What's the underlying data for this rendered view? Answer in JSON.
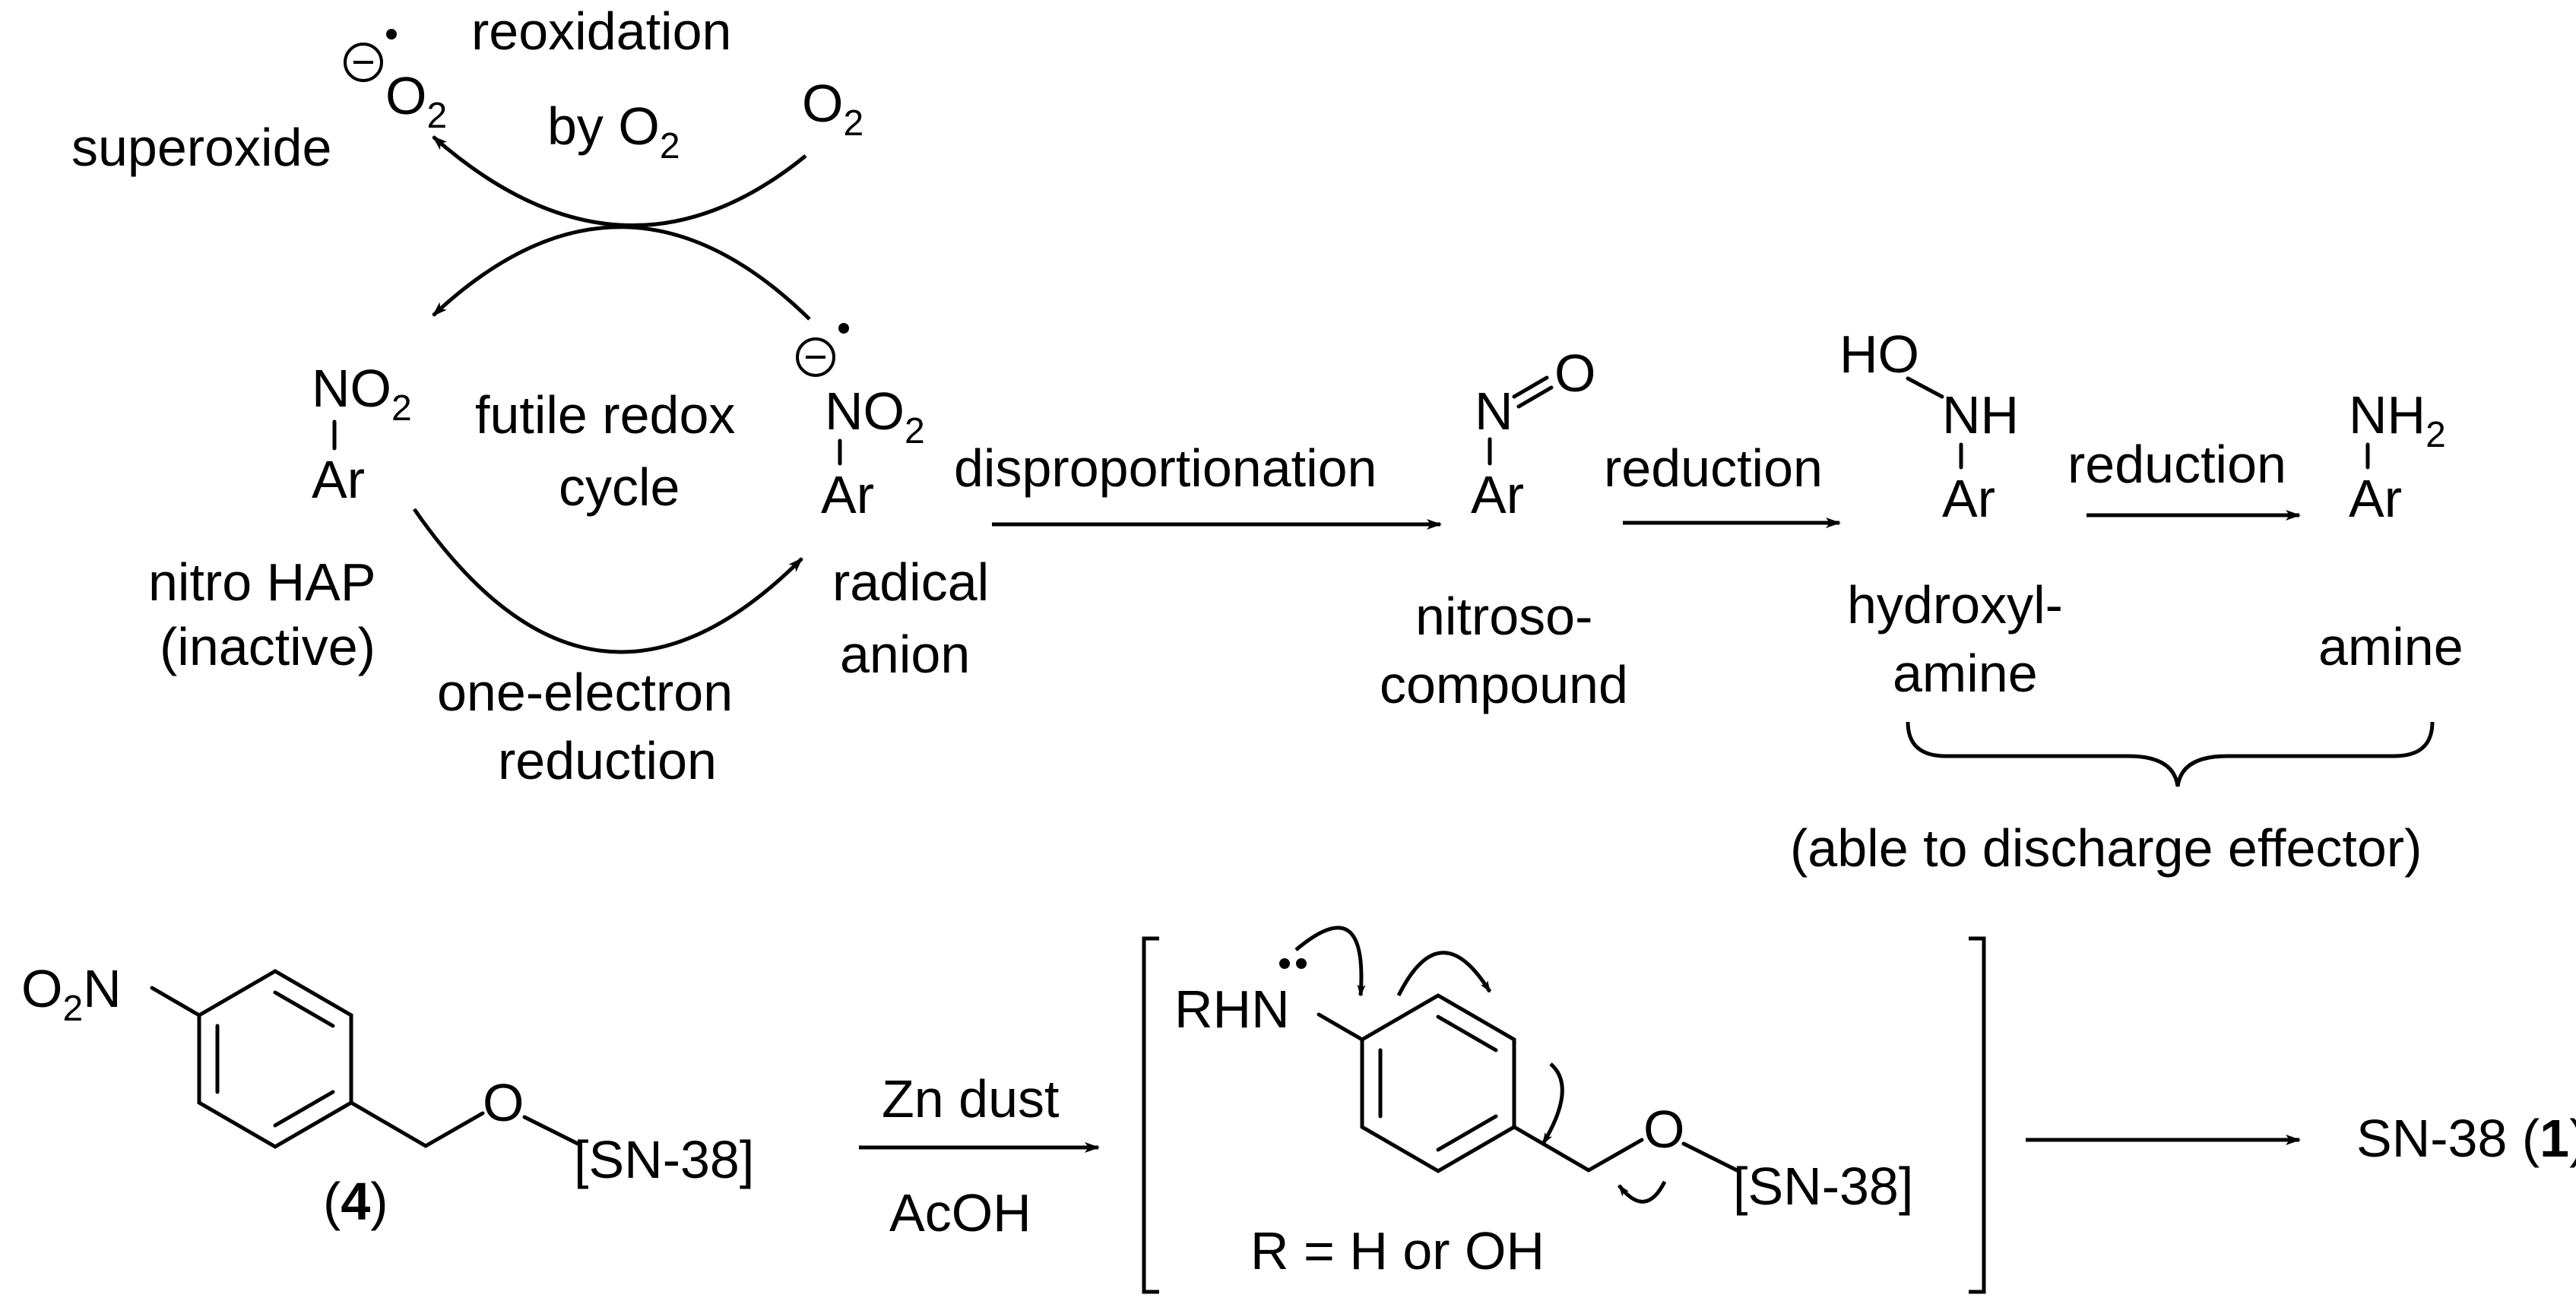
{
  "top": {
    "superoxide_label": "superoxide",
    "superoxide_formula": "O",
    "superoxide_sub": "2",
    "reox_line1": "reoxidation",
    "reox_line2": "by O",
    "reox_sub": "2",
    "o2_label": "O",
    "o2_sub": "2",
    "nitro_group": "NO",
    "nitro_sub": "2",
    "ar": "Ar",
    "nitro_name_line1": "nitro HAP",
    "nitro_name_line2": "(inactive)",
    "cycle_line1": "futile redox",
    "cycle_line2": "cycle",
    "one_e_line1": "one-electron",
    "one_e_line2": "reduction",
    "radical_group": "NO",
    "radical_sub": "2",
    "radical_name_line1": "radical",
    "radical_name_line2": "anion",
    "disproportionation": "disproportionation",
    "nitroso_n": "N",
    "nitroso_o": "O",
    "nitroso_name_line1": "nitroso-",
    "nitroso_name_line2": "compound",
    "reduction1": "reduction",
    "hydroxyl_ho": "HO",
    "hydroxyl_nh": "NH",
    "hydroxyl_name_line1": "hydroxyl-",
    "hydroxyl_name_line2": "amine",
    "reduction2": "reduction",
    "amine_nh": "NH",
    "amine_sub": "2",
    "amine_name": "amine",
    "discharge_note": "(able to discharge effector)"
  },
  "bottom": {
    "o2n_o": "O",
    "o2n_sub": "2",
    "o2n_n": "N",
    "oxygen": "O",
    "sn38_tag": "[SN-38]",
    "compound4_open": "(",
    "compound4_num": "4",
    "compound4_close": ")",
    "reagent1": "Zn dust",
    "reagent2": "AcOH",
    "rhn": "RHN",
    "r_def": "R = H or OH",
    "product_name": "SN-38 (",
    "product_num": "1",
    "product_close": ")"
  },
  "colors": {
    "ink": "#000000",
    "background": "#ffffff"
  }
}
